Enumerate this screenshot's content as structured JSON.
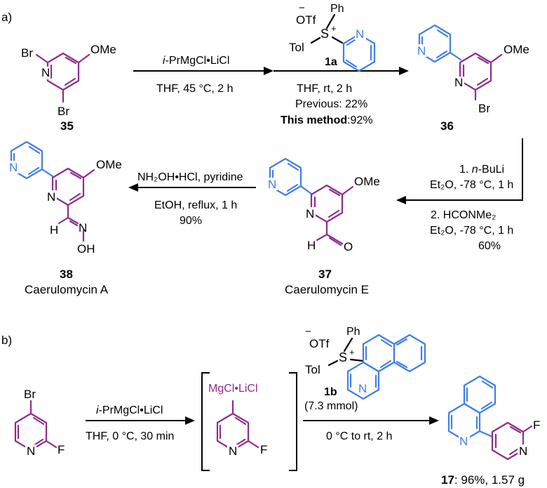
{
  "colors": {
    "purple": "#8e2d8c",
    "blue": "#3f7fe6",
    "text": "#000000"
  },
  "part_a": {
    "label": "a)",
    "sm35": {
      "number": "35",
      "br1": "Br",
      "br2": "Br",
      "n": "N",
      "ome": "OMe"
    },
    "step1": {
      "reagent": "i-PrMgCl•LiCl",
      "reagent_italic": "i",
      "reagent_rest": "-PrMgCl•LiCl",
      "conditions": "THF, 45 °C, 2 h"
    },
    "reagent1a": {
      "number": "1a",
      "otf": "OTf",
      "ph": "Ph",
      "s": "S",
      "plus": "+",
      "minus": "−",
      "tol": "Tol",
      "n": "N"
    },
    "step2": {
      "conditions": "THF, rt, 2 h",
      "previous": "Previous: 22%",
      "this_bold": "This method",
      "this_rest": ":92%"
    },
    "p36": {
      "number": "36",
      "ome": "OMe",
      "n1": "N",
      "n2": "N",
      "br": "Br"
    },
    "step3": {
      "line1_num": "1. ",
      "line1_ital": "n",
      "line1_rest": "-BuLi",
      "line2": "Et₂O, -78 °C, 1 h",
      "line3": "2. HCONMe₂",
      "line4": "Et₂O, -78 °C, 1 h",
      "line5": "60%"
    },
    "p37": {
      "number": "37",
      "name": "Caerulomycin E",
      "ome": "OMe",
      "n1": "N",
      "n2": "N",
      "h": "H",
      "o": "O"
    },
    "step4": {
      "line1": "NH₂OH•HCl, pyridine",
      "line2": "EtOH, reflux, 1 h",
      "line3": "90%"
    },
    "p38": {
      "number": "38",
      "name": "Caerulomycin A",
      "ome": "OMe",
      "n1": "N",
      "n2": "N",
      "h": "H",
      "n3": "N",
      "oh": "OH"
    }
  },
  "part_b": {
    "label": "b)",
    "sm": {
      "br": "Br",
      "n": "N",
      "f": "F"
    },
    "step1": {
      "reagent_italic": "i",
      "reagent_rest": "-PrMgCl•LiCl",
      "conditions": "THF, 0 °C, 30 min"
    },
    "intermediate": {
      "mg": "MgCl•LiCl",
      "n": "N",
      "f": "F"
    },
    "reagent1b": {
      "number": "1b",
      "amount": "(7.3 mmol)",
      "otf": "OTf",
      "ph": "Ph",
      "s": "S",
      "plus": "+",
      "minus": "−",
      "tol": "Tol",
      "n": "N"
    },
    "step2": {
      "conditions": "0 °C to rt, 2 h"
    },
    "p17": {
      "number": "17",
      "yield": ": 96%, 1.57 g",
      "n1": "N",
      "n2": "N",
      "f": "F"
    }
  }
}
